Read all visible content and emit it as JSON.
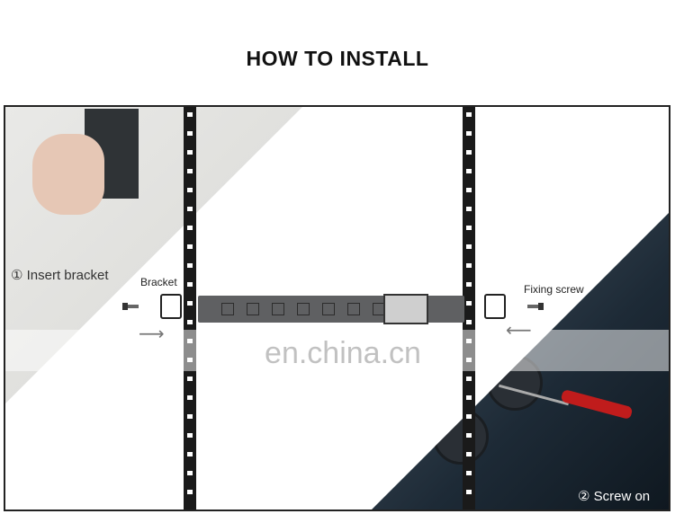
{
  "title": "HOW  TO INSTALL",
  "watermark": "en.china.cn",
  "step1": "① Insert bracket",
  "step2": "② Screw on",
  "labels": {
    "bracket": "Bracket",
    "fixing_screw": "Fixing screw"
  },
  "icons": [
    "arrow-right-icon",
    "arrow-left-icon",
    "screw-icon",
    "bracket-icon"
  ]
}
